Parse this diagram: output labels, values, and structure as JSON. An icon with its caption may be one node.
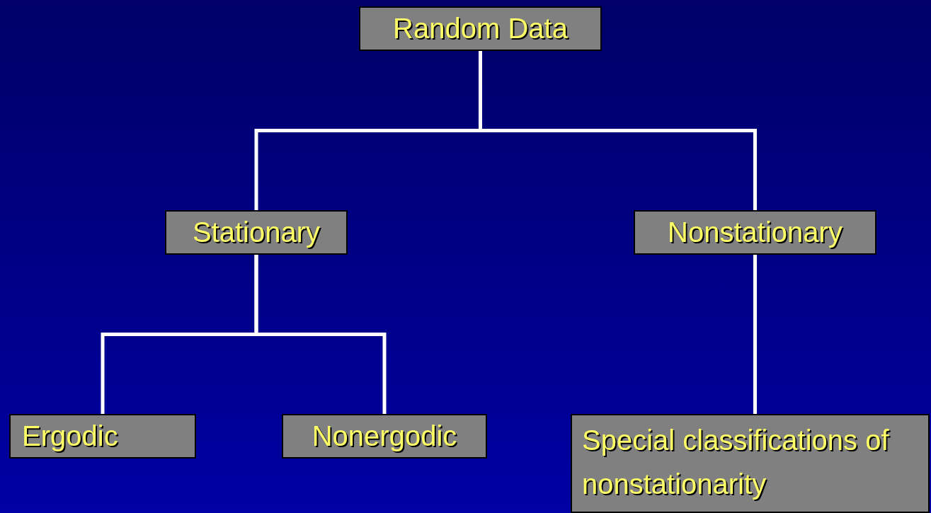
{
  "diagram": {
    "nodes": [
      {
        "text": [
          "Random Data"
        ]
      },
      {
        "text": [
          "Stationary"
        ]
      },
      {
        "text": [
          "Nonstationary"
        ]
      },
      {
        "text": [
          "Ergodic"
        ]
      },
      {
        "text": [
          "Nonergodic"
        ]
      },
      {
        "text": [
          "Special classifications of nonstationarity"
        ]
      }
    ],
    "edges": [
      {
        "from": 0,
        "to": 1,
        "arrow": "none"
      },
      {
        "from": 0,
        "to": 2,
        "arrow": "none"
      },
      {
        "from": 1,
        "to": 3,
        "arrow": "none"
      },
      {
        "from": 1,
        "to": 4,
        "arrow": "none"
      },
      {
        "from": 2,
        "to": 5,
        "arrow": "none"
      }
    ]
  }
}
